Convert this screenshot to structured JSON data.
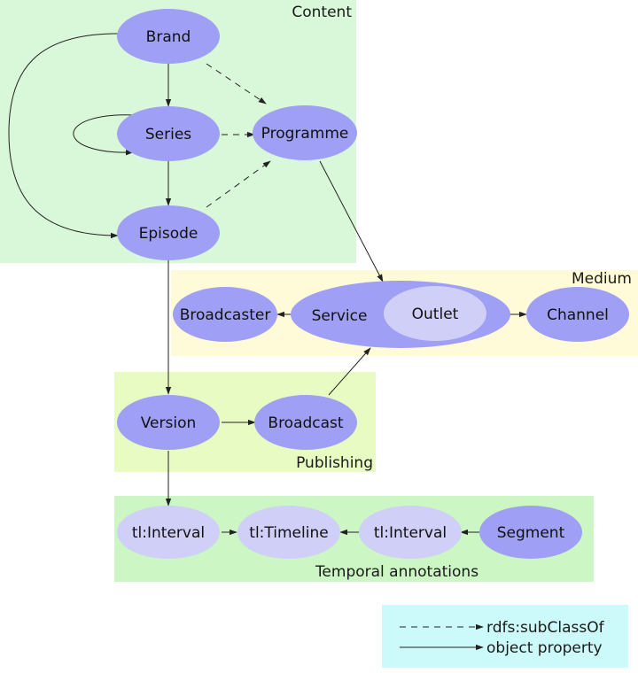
{
  "colors": {
    "content_bg": "#d9f7d9",
    "medium_bg": "#fffbd9",
    "publishing_bg": "#e8fbc2",
    "temporal_bg": "#ccf7c4",
    "legend_bg": "#ccfafa",
    "node_dark": "#9f9ff5",
    "node_light": "#cfcff7",
    "edge": "#222222"
  },
  "groups": {
    "content": "Content",
    "medium": "Medium",
    "publishing": "Publishing",
    "temporal": "Temporal annotations"
  },
  "nodes": {
    "brand": "Brand",
    "series": "Series",
    "episode": "Episode",
    "programme": "Programme",
    "broadcaster": "Broadcaster",
    "service": "Service",
    "outlet": "Outlet",
    "channel": "Channel",
    "version": "Version",
    "broadcast": "Broadcast",
    "interval_left": "tl:Interval",
    "timeline": "tl:Timeline",
    "interval_right": "tl:Interval",
    "segment": "Segment"
  },
  "legend": {
    "subclass": "rdfs:subClassOf",
    "property": "object property"
  }
}
